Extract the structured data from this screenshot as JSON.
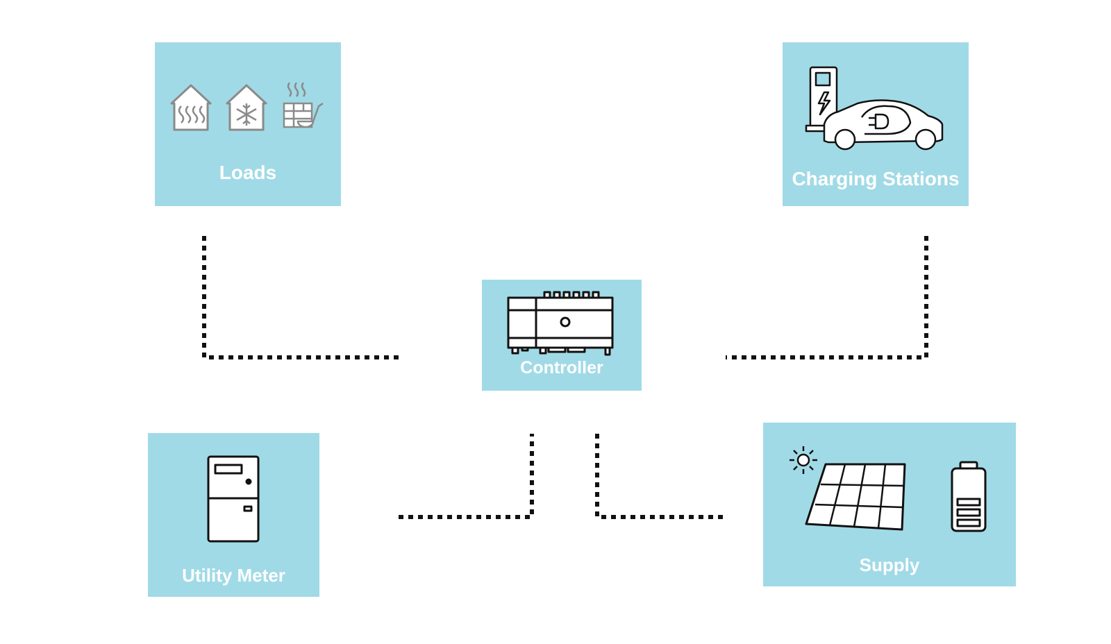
{
  "nodes": {
    "loads": {
      "label": "Loads"
    },
    "charging": {
      "label": "Charging Stations"
    },
    "controller": {
      "label": "Controller"
    },
    "meter": {
      "label": "Utility Meter"
    },
    "supply": {
      "label": "Supply"
    }
  },
  "colors": {
    "box": "#a0dae6",
    "label": "#ffffff",
    "line": "#111111",
    "icon": "#111111",
    "icon_muted": "#8a8a8a"
  },
  "icons": [
    "heating-house-icon",
    "cooling-house-icon",
    "sauna-icon",
    "ev-charger-icon",
    "electric-car-icon",
    "controller-device-icon",
    "utility-meter-icon",
    "solar-panel-icon",
    "sun-icon",
    "battery-icon"
  ]
}
